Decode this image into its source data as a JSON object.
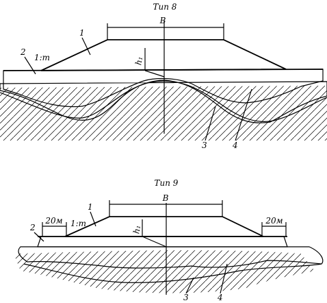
{
  "figures": [
    {
      "title": "Тип 8",
      "width_label": "B",
      "slope_label": "1:m",
      "height_label": "h₁",
      "callouts": [
        "1",
        "2",
        "3",
        "4"
      ]
    },
    {
      "title": "Тип 9",
      "width_label": "B",
      "slope_label": "1:m",
      "height_label": "h₁",
      "berm_left_label": "20м",
      "berm_right_label": "20м",
      "callouts": [
        "1",
        "2",
        "3",
        "4"
      ]
    }
  ]
}
